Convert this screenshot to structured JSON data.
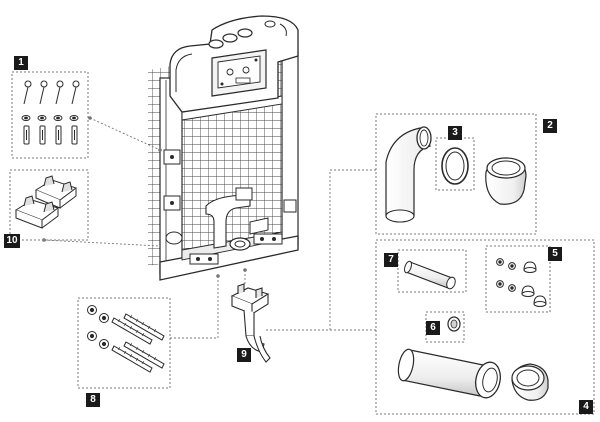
{
  "callouts": {
    "c1": "1",
    "c2": "2",
    "c3": "3",
    "c4": "4",
    "c5": "5",
    "c6": "6",
    "c7": "7",
    "c8": "8",
    "c9": "9",
    "c10": "10"
  },
  "colors": {
    "line": "#2a2a2a",
    "mesh": "#3a3a3a",
    "badge": "#1a1a1a",
    "dashed": "#777777",
    "shade": "#d8d8d8"
  },
  "parts": [
    "screws-and-anchors",
    "elbow-bend-kit",
    "seal-ring",
    "connection-pipe-kit",
    "cap-fittings",
    "small-seal",
    "straight-pipe",
    "threaded-rods",
    "support-bracket",
    "wall-brackets",
    "mounting-frame"
  ]
}
